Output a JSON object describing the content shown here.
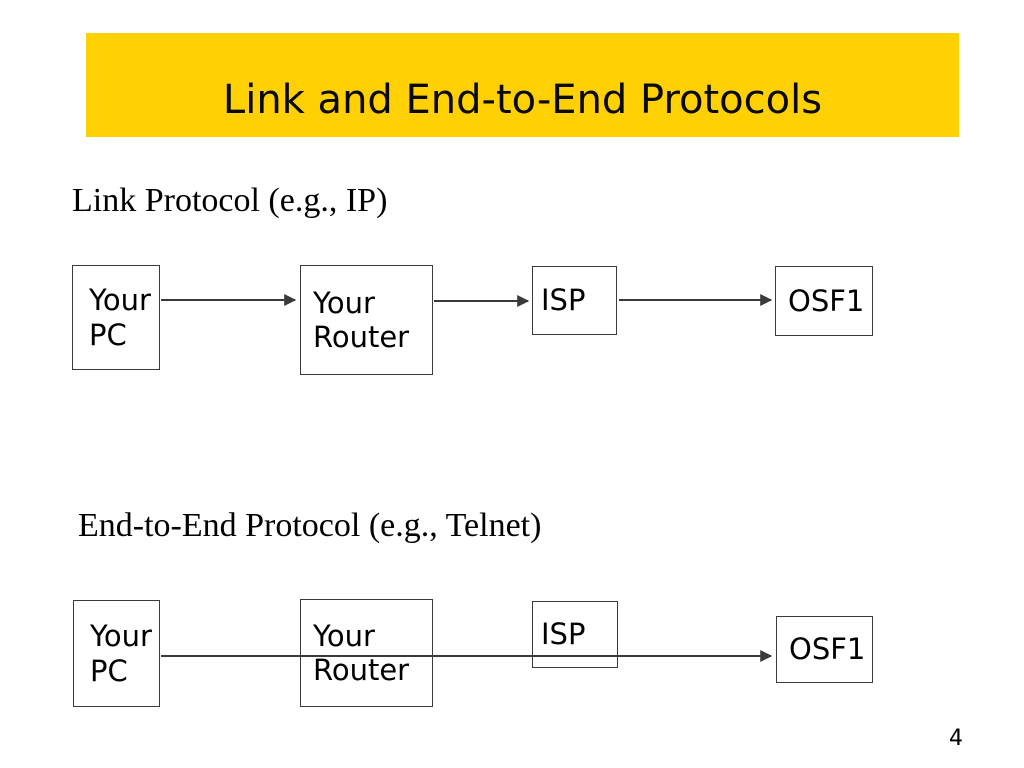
{
  "slide": {
    "title": "Link and End-to-End Protocols",
    "page_number": "4",
    "colors": {
      "banner_background": "#FFD104",
      "title_text": "#0A0A0A",
      "connector": "#3A3A3A",
      "box_border": "#3A3A3A",
      "background": "#FFFFFF"
    }
  },
  "diagrams": [
    {
      "label": "Link Protocol (e.g., IP)",
      "nodes": [
        "Your PC",
        "Your Router",
        "ISP",
        "OSF1"
      ],
      "edges": [
        [
          "Your PC",
          "Your Router"
        ],
        [
          "Your Router",
          "ISP"
        ],
        [
          "ISP",
          "OSF1"
        ]
      ]
    },
    {
      "label": "End-to-End Protocol (e.g., Telnet)",
      "nodes": [
        "Your PC",
        "Your Router",
        "ISP",
        "OSF1"
      ],
      "edges": [
        [
          "Your PC",
          "OSF1"
        ]
      ]
    }
  ]
}
